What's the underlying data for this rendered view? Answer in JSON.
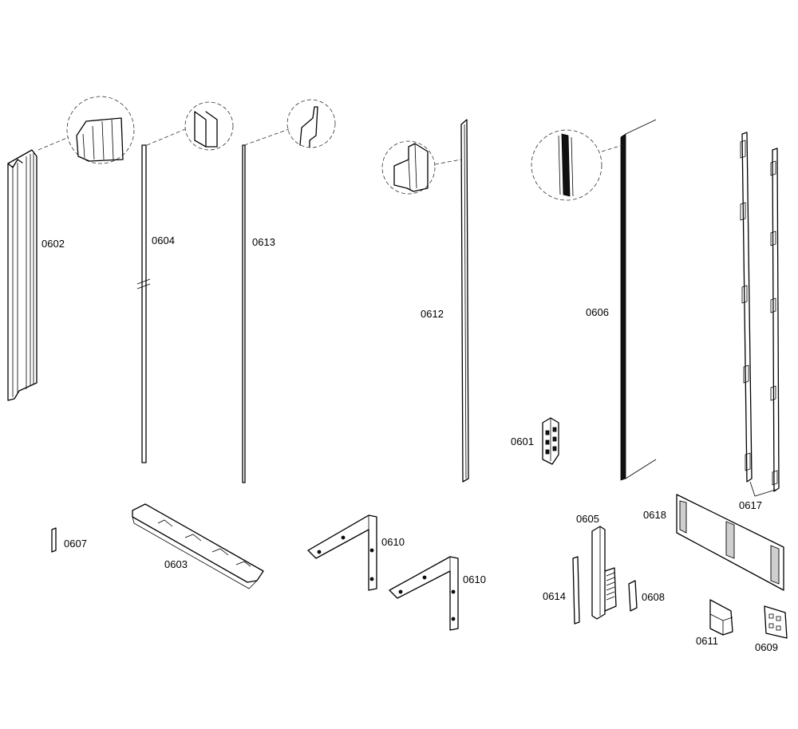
{
  "labels": {
    "p0602": "0602",
    "p0604": "0604",
    "p0613": "0613",
    "p0612": "0612",
    "p0606": "0606",
    "p0601": "0601",
    "p0617": "0617",
    "p0607": "0607",
    "p0603": "0603",
    "p0610a": "0610",
    "p0610b": "0610",
    "p0605": "0605",
    "p0618": "0618",
    "p0614": "0614",
    "p0608": "0608",
    "p0611": "0611",
    "p0609": "0609"
  }
}
